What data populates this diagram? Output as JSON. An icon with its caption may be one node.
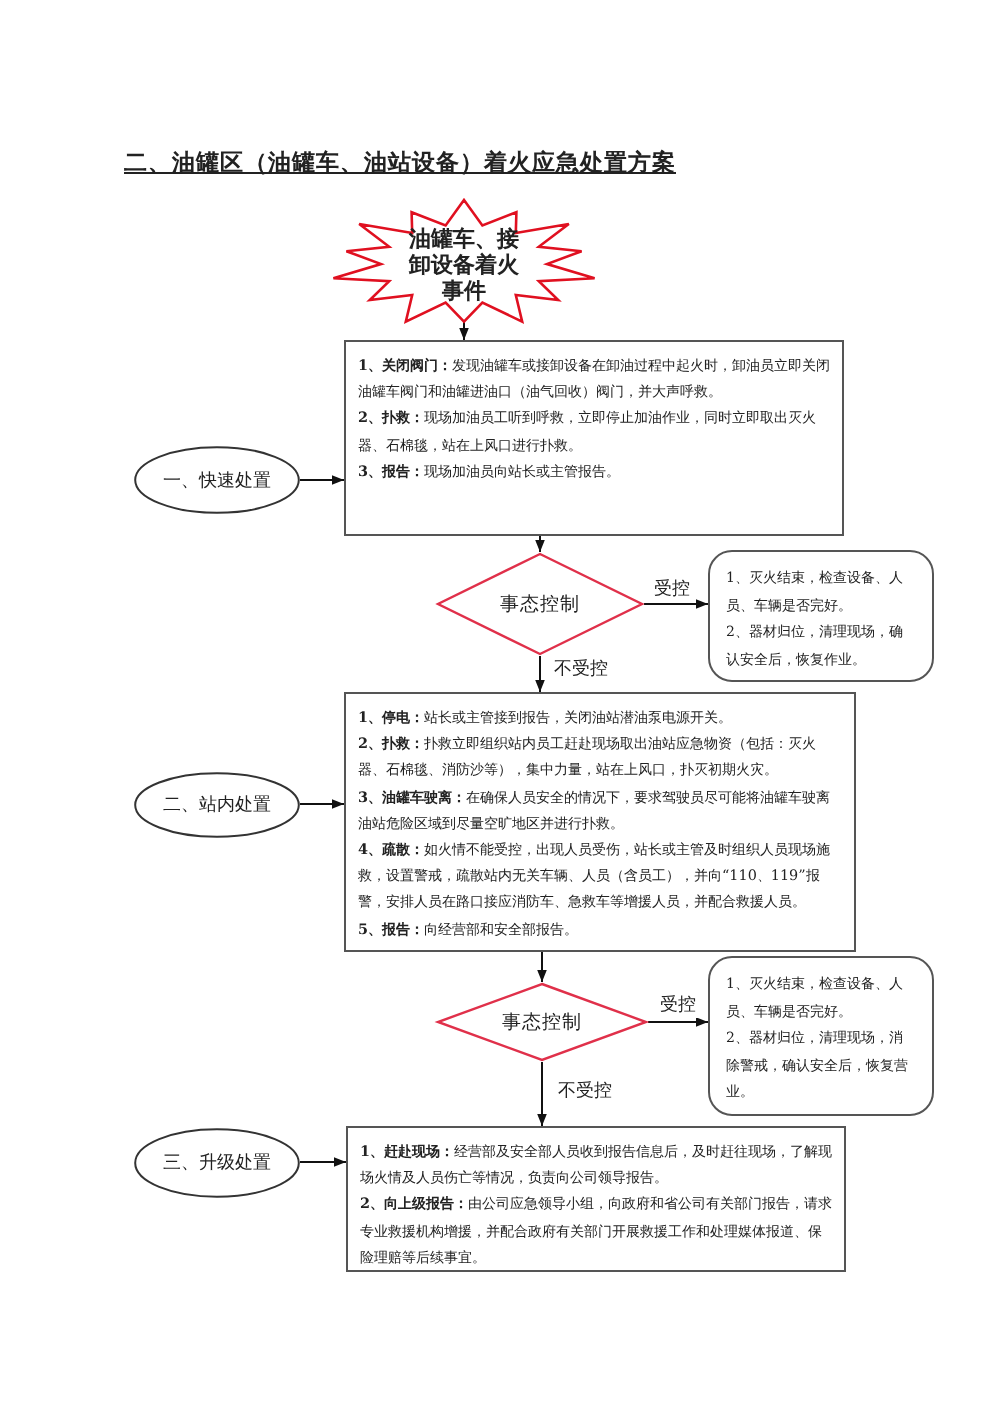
{
  "diagram": {
    "title": "二、油罐区（油罐车、油站设备）着火应急处置方案",
    "nodes": [
      {
        "text": [
          "油罐车、接卸设备着火事件"
        ]
      },
      {
        "text": [
          "一、快速处置"
        ]
      },
      {
        "text": [
          "**1、关闭阀门：**发现油罐车或接卸设备在卸油过程中起火时，卸油员立即关闭油罐车阀门和油罐进油口（油气回收）阀门，并大声呼救。",
          "**2、扑救：**现场加油员工听到呼救，立即停止加油作业，同时立即取出灭火器、石棉毯，站在上风口进行扑救。",
          "**3、报告：**现场加油员向站长或主管报告。"
        ]
      },
      {
        "text": [
          "事态控制"
        ]
      },
      {
        "text": [
          "1、灭火结束，检查设备、人员、车辆是否完好。",
          "2、器材归位，清理现场，确认安全后，恢复作业。"
        ]
      },
      {
        "text": [
          "二、站内处置"
        ]
      },
      {
        "text": [
          "**1、停电：**站长或主管接到报告，关闭油站潜油泵电源开关。",
          "**2、扑救：**扑救立即组织站内员工赶赴现场取出油站应急物资（包括：灭火器、石棉毯、消防沙等），集中力量，站在上风口，扑灭初期火灾。",
          "**3、油罐车驶离：**在确保人员安全的情况下，要求驾驶员尽可能将油罐车驶离油站危险区域到尽量空旷地区并进行扑救。",
          "**4、疏散：**如火情不能受控，出现人员受伤，站长或主管及时组织人员现场施救，设置警戒，疏散站内无关车辆、人员（含员工），并向“110、119”报警，安排人员在路口接应消防车、急救车等增援人员，并配合救援人员。",
          "**5、报告：**向经营部和安全部报告。"
        ]
      },
      {
        "text": [
          "事态控制"
        ]
      },
      {
        "text": [
          "1、灭火结束，检查设备、人员、车辆是否完好。",
          "2、器材归位，清理现场，消除警戒，确认安全后，恢复营业。"
        ]
      },
      {
        "text": [
          "三、升级处置"
        ]
      },
      {
        "text": [
          "**1、赶赴现场：**经营部及安全部人员收到报告信息后，及时赶往现场，了解现场火情及人员伤亡等情况，负责向公司领导报告。",
          "**2、向上级报告：**由公司应急领导小组，向政府和省公司有关部门报告，请求专业救援机构增援，并配合政府有关部门开展救援工作和处理媒体报道、保险理赔等后续事宜。"
        ]
      }
    ],
    "edges": [
      {
        "from": 0,
        "to": 2,
        "arrow": "to"
      },
      {
        "from": 1,
        "to": 2,
        "arrow": "to"
      },
      {
        "from": 2,
        "to": 3,
        "arrow": "to"
      },
      {
        "from": 3,
        "to": 4,
        "arrow": "to",
        "label": "受控"
      },
      {
        "from": 3,
        "to": 6,
        "arrow": "to",
        "label": "不受控"
      },
      {
        "from": 5,
        "to": 6,
        "arrow": "to"
      },
      {
        "from": 6,
        "to": 7,
        "arrow": "to"
      },
      {
        "from": 7,
        "to": 8,
        "arrow": "to",
        "label": "受控"
      },
      {
        "from": 7,
        "to": 10,
        "arrow": "to",
        "label": "不受控"
      },
      {
        "from": 9,
        "to": 10,
        "arrow": "to"
      }
    ]
  }
}
